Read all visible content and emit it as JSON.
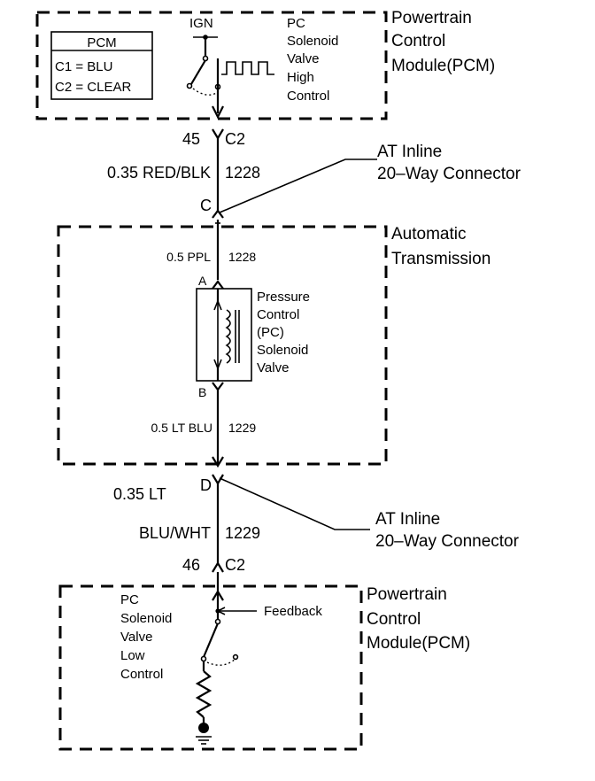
{
  "pcm_top": {
    "title_line1": "Powertrain",
    "title_line2": "Control",
    "title_line3": "Module(PCM)",
    "legend_title": "PCM",
    "legend_c1": "C1 = BLU",
    "legend_c2": "C2 = CLEAR",
    "ign_label": "IGN",
    "driver_line1": "PC",
    "driver_line2": "Solenoid",
    "driver_line3": "Valve",
    "driver_line4": "High",
    "driver_line5": "Control"
  },
  "conn_top": {
    "pin": "45",
    "name": "C2",
    "wire_gauge_color": "0.35 RED/BLK",
    "circuit": "1228",
    "inline_pin": "C",
    "inline_line1": "AT Inline",
    "inline_line2": "20–Way Connector"
  },
  "transmission": {
    "title_line1": "Automatic",
    "title_line2": "Transmission",
    "wire_a_label": "0.5 PPL",
    "wire_a_circuit": "1228",
    "pin_a": "A",
    "pin_b": "B",
    "sol_line1": "Pressure",
    "sol_line2": "Control",
    "sol_line3": "(PC)",
    "sol_line4": "Solenoid",
    "sol_line5": "Valve",
    "wire_b_label": "0.5 LT BLU",
    "wire_b_circuit": "1229"
  },
  "conn_bottom": {
    "inline_pin": "D",
    "wire_line1": "0.35 LT",
    "wire_line2": "BLU/WHT",
    "circuit": "1229",
    "inline_line1": "AT Inline",
    "inline_line2": "20–Way Connector",
    "pin": "46",
    "name": "C2"
  },
  "pcm_bottom": {
    "title_line1": "Powertrain",
    "title_line2": "Control",
    "title_line3": "Module(PCM)",
    "feedback_label": "Feedback",
    "driver_line1": "PC",
    "driver_line2": "Solenoid",
    "driver_line3": "Valve",
    "driver_line4": "Low",
    "driver_line5": "Control"
  }
}
